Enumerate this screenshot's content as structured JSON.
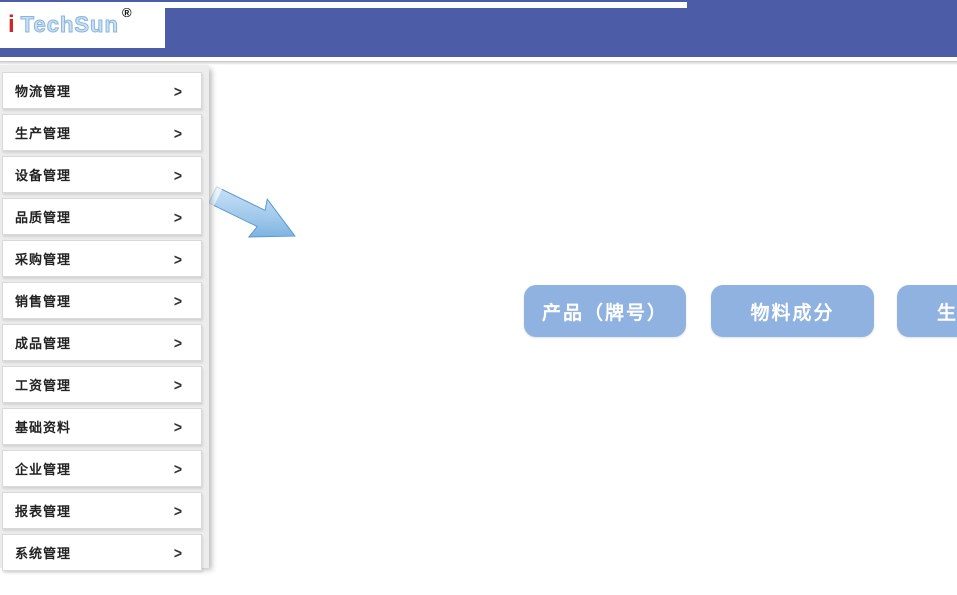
{
  "logo": {
    "i": "i",
    "name": "TechSun",
    "registered": "®"
  },
  "icons": {
    "chevron": ">"
  },
  "sidebar": {
    "items": [
      "物流管理",
      "生产管理",
      "设备管理",
      "品质管理",
      "采购管理",
      "销售管理",
      "成品管理",
      "工资管理",
      "基础资料",
      "企业管理",
      "报表管理",
      "系统管理"
    ]
  },
  "main": {
    "buttons": [
      "产品（牌号）",
      "物料成分",
      "生产检测"
    ]
  },
  "colors": {
    "header_blue": "#4d5ca6",
    "button_blue": "#8fb2e0",
    "logo_red": "#d42323",
    "logo_light_blue": "#c9dff3",
    "sidebar_bg": "#ececec",
    "card_border": "#d9d9d9",
    "arrow_light": "#d9eafa",
    "arrow_dark": "#5f9fd9"
  }
}
